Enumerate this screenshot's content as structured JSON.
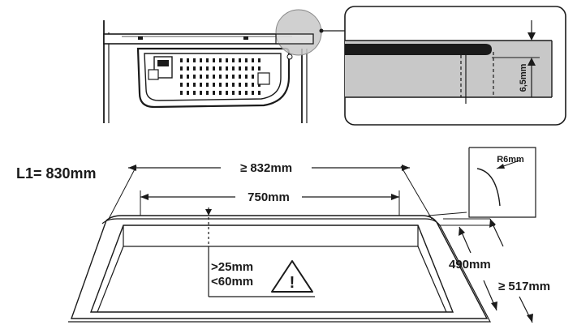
{
  "labels": {
    "l1": "L1= 830mm",
    "width_outer": "≥ 832mm",
    "width_inner": "750mm",
    "depth_inner": "490mm",
    "depth_outer": "≥ 517mm",
    "corner_radius": "R6mm",
    "edge_gap": "6,5mm",
    "thickness_min": ">25mm",
    "thickness_max": "<60mm",
    "warning_glyph": "!"
  },
  "icons": {
    "warning": "warning-triangle-icon"
  }
}
